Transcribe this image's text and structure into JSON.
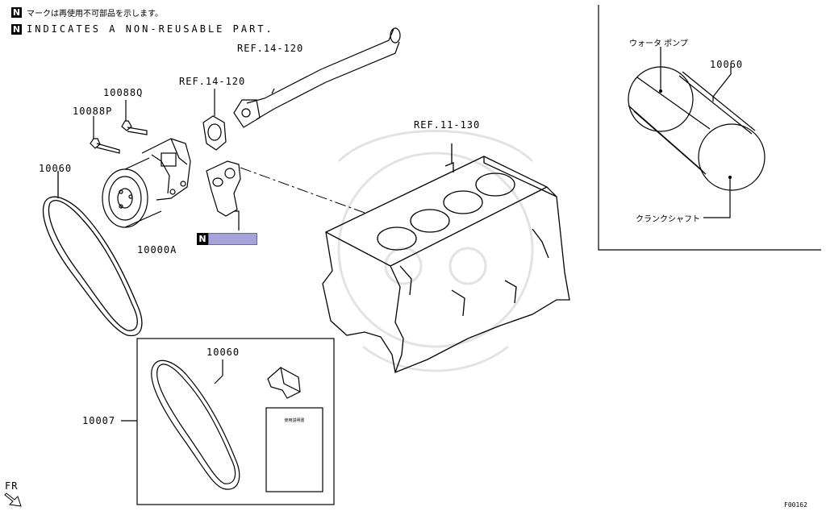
{
  "legend": {
    "jp": "マークは再使用不可部品を示します。",
    "en": "INDICATES A NON-REUSABLE PART.",
    "mark": "N"
  },
  "labels": {
    "ref_14_120_top": "REF.14-120",
    "ref_14_120_mid": "REF.14-120",
    "ref_11_130": "REF.11-130",
    "p10088q": "10088Q",
    "p10088p": "10088P",
    "p10060_left": "10060",
    "p10000a": "10000A",
    "p10060_kit": "10060",
    "p10007": "10007",
    "p10060_inset": "10060",
    "water_pump_jp": "ウォータ ポンプ",
    "crankshaft_jp": "クランクシャフト",
    "manual_jp": "使用説明書",
    "fr": "FR",
    "figure_id": "F00162"
  },
  "colors": {
    "line": "#000000",
    "nonreusable_highlight": "#a5a3d9",
    "watermark": "#e6e6e6"
  }
}
